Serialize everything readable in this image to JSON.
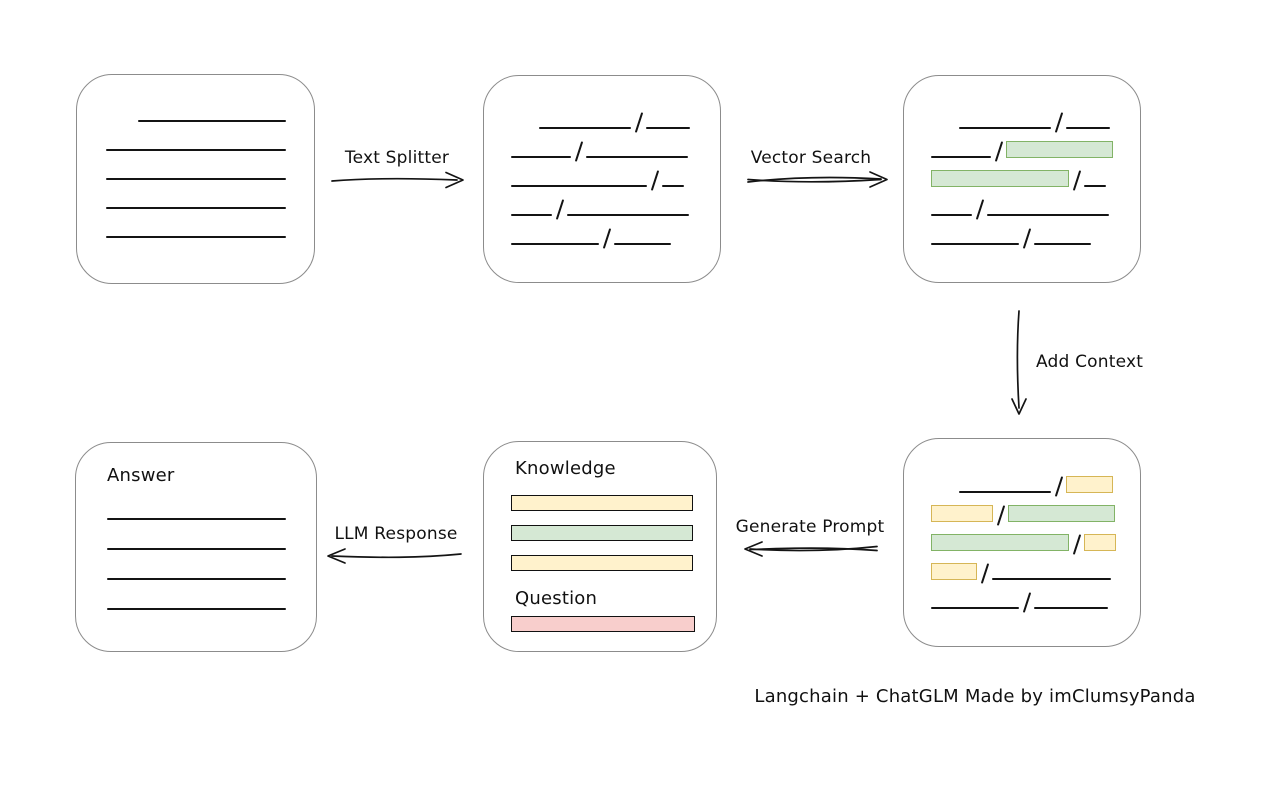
{
  "caption": "Langchain + ChatGLM Made by imClumsyPanda",
  "arrows": {
    "text_splitter": "Text Splitter",
    "vector_search": "Vector Search",
    "add_context": "Add Context",
    "generate_prompt": "Generate Prompt",
    "llm_response": "LLM Response"
  },
  "colors": {
    "green_fill": "#d5e8d4",
    "green_border": "#82b366",
    "yellow_fill": "#fff2cc",
    "yellow_border": "#d6b656",
    "red_fill": "#f8cecc",
    "red_border": "#b85450",
    "box_border": "#8c8c8c",
    "stroke": "#141414"
  },
  "boxes": {
    "document": {
      "rows": [
        [
          {
            "t": "gap",
            "w": 32
          },
          {
            "t": "line",
            "w": 148
          }
        ],
        [
          {
            "t": "line",
            "w": 180
          }
        ],
        [
          {
            "t": "line",
            "w": 180
          }
        ],
        [
          {
            "t": "line",
            "w": 180
          }
        ],
        [
          {
            "t": "line",
            "w": 180
          }
        ]
      ]
    },
    "chunks": {
      "rows": [
        [
          {
            "t": "gap",
            "w": 28
          },
          {
            "t": "line",
            "w": 92
          },
          {
            "t": "slash"
          },
          {
            "t": "line",
            "w": 44
          }
        ],
        [
          {
            "t": "line",
            "w": 60
          },
          {
            "t": "slash"
          },
          {
            "t": "line",
            "w": 102
          }
        ],
        [
          {
            "t": "line",
            "w": 136
          },
          {
            "t": "slash"
          },
          {
            "t": "line",
            "w": 22
          }
        ],
        [
          {
            "t": "line",
            "w": 41
          },
          {
            "t": "slash"
          },
          {
            "t": "line",
            "w": 122
          }
        ],
        [
          {
            "t": "line",
            "w": 88
          },
          {
            "t": "slash"
          },
          {
            "t": "line",
            "w": 57
          }
        ]
      ]
    },
    "vector_result": {
      "rows": [
        [
          {
            "t": "gap",
            "w": 28
          },
          {
            "t": "line",
            "w": 92
          },
          {
            "t": "slash"
          },
          {
            "t": "line",
            "w": 44
          }
        ],
        [
          {
            "t": "line",
            "w": 60
          },
          {
            "t": "slash"
          },
          {
            "t": "green",
            "w": 107
          }
        ],
        [
          {
            "t": "green",
            "w": 138
          },
          {
            "t": "slash"
          },
          {
            "t": "line",
            "w": 22
          }
        ],
        [
          {
            "t": "line",
            "w": 41
          },
          {
            "t": "slash"
          },
          {
            "t": "line",
            "w": 122
          }
        ],
        [
          {
            "t": "line",
            "w": 88
          },
          {
            "t": "slash"
          },
          {
            "t": "line",
            "w": 57
          }
        ]
      ]
    },
    "context_chunks": {
      "rows": [
        [
          {
            "t": "gap",
            "w": 28
          },
          {
            "t": "line",
            "w": 92
          },
          {
            "t": "slash"
          },
          {
            "t": "yellow",
            "w": 47
          }
        ],
        [
          {
            "t": "yellow",
            "w": 62
          },
          {
            "t": "slash"
          },
          {
            "t": "green",
            "w": 107
          }
        ],
        [
          {
            "t": "green",
            "w": 138
          },
          {
            "t": "slash"
          },
          {
            "t": "yellow",
            "w": 32
          }
        ],
        [
          {
            "t": "yellow",
            "w": 46
          },
          {
            "t": "slash"
          },
          {
            "t": "line",
            "w": 119
          }
        ],
        [
          {
            "t": "line",
            "w": 88
          },
          {
            "t": "slash"
          },
          {
            "t": "line",
            "w": 74
          }
        ]
      ]
    },
    "prompt": {
      "knowledge_label": "Knowledge",
      "question_label": "Question",
      "knowledge_bars": [
        "yellow",
        "green",
        "yellow"
      ],
      "question_bars": [
        "red"
      ]
    },
    "answer": {
      "label": "Answer",
      "rows": [
        [
          {
            "t": "line",
            "w": 179
          }
        ],
        [
          {
            "t": "line",
            "w": 179
          }
        ],
        [
          {
            "t": "line",
            "w": 179
          }
        ],
        [
          {
            "t": "line",
            "w": 179
          }
        ]
      ]
    }
  }
}
